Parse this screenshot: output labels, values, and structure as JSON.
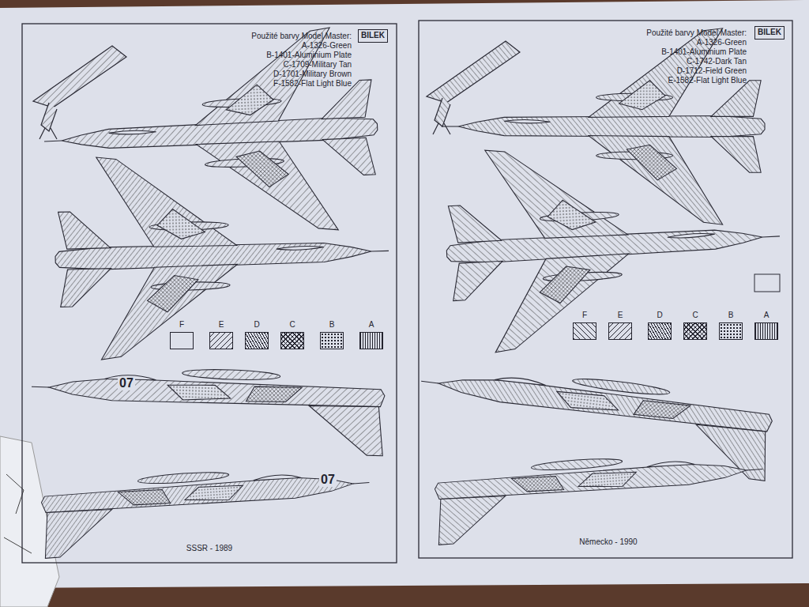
{
  "diagram": {
    "nodes": [
      {
        "text": [
          "BILEK"
        ]
      },
      {
        "text": [
          "BILEK"
        ]
      }
    ],
    "labels": [
      "Použité barvy Model Master:",
      "A-1326-Green",
      "B-1401-Aluminium Plate",
      "C-1709-Military Tan",
      "D-1701-Military Brown",
      "F-1582-Flat Light Blue",
      "Použité barvy Model Master:",
      "A-1326-Green",
      "B-1401-Aluminium Plate",
      "C-1742-Dark Tan",
      "D-1712-Field Green",
      "E-1582-Flat Light Blue",
      "07",
      "07",
      "SSSR - 1989",
      "Německo - 1990"
    ],
    "legend": [
      {
        "text": "A"
      },
      {
        "text": "B"
      },
      {
        "text": "C"
      },
      {
        "text": "D"
      },
      {
        "text": "E"
      },
      {
        "text": "F"
      },
      {
        "text": "A"
      },
      {
        "text": "B"
      },
      {
        "text": "C"
      },
      {
        "text": "D"
      },
      {
        "text": "E"
      },
      {
        "text": "F"
      }
    ]
  }
}
